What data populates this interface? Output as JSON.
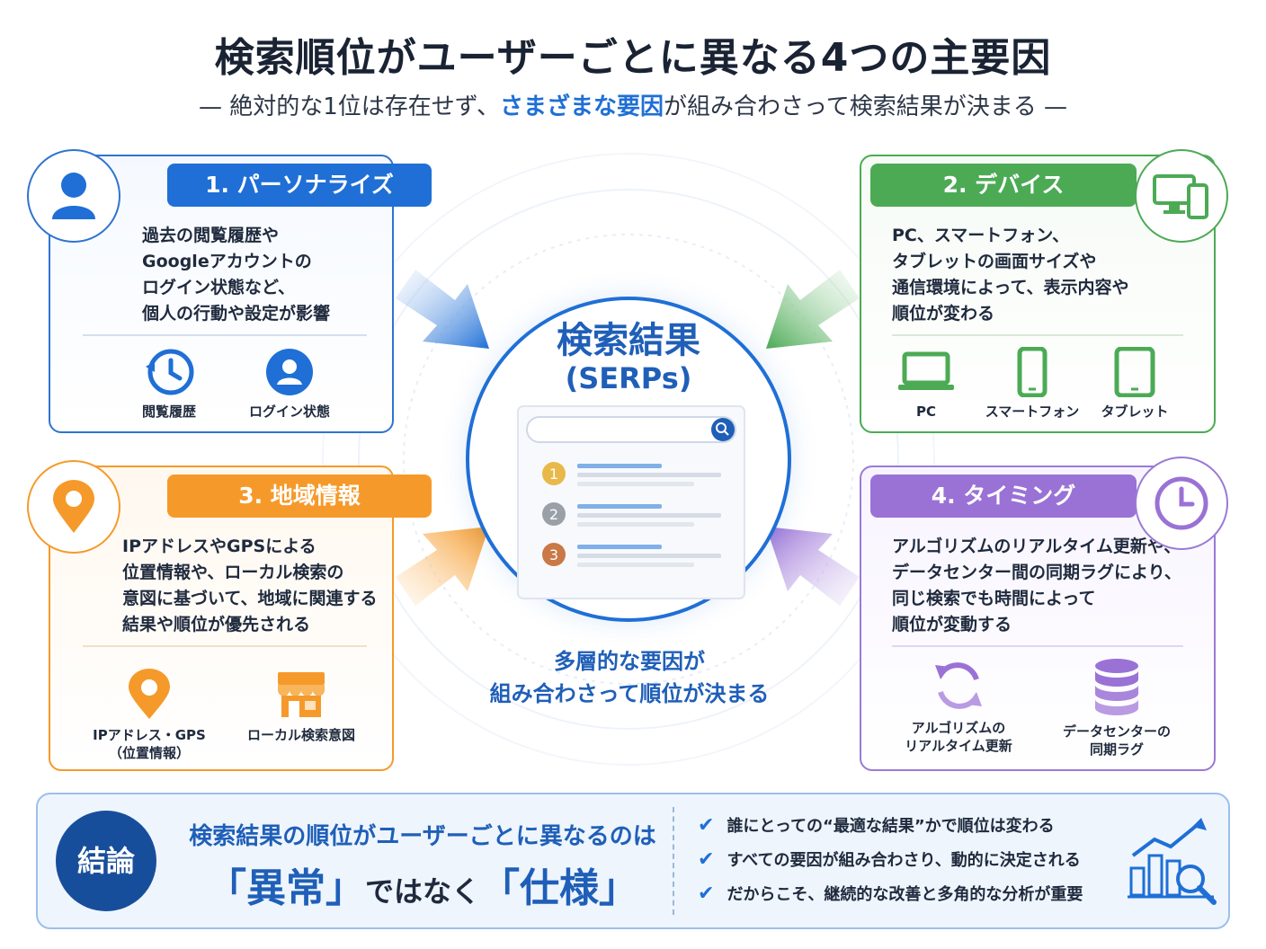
{
  "title": "検索順位がユーザーごとに異なる4つの主要因",
  "subtitle": {
    "pre": "— 絶対的な1位は存在せず、",
    "highlight": "さまざまな要因",
    "post": "が組み合わさって検索結果が決まる —"
  },
  "factors": [
    {
      "heading": "1. パーソナライズ",
      "icon": "user-icon",
      "color": "#1f6fd6",
      "lines": [
        "過去の閲覧履歴や",
        "Googleアカウントの",
        "ログイン状態など、",
        "個人の行動や設定が影響"
      ],
      "items": [
        {
          "icon": "history-clock-icon",
          "label": "閲覧履歴"
        },
        {
          "icon": "user-circle-icon",
          "label": "ログイン状態"
        }
      ]
    },
    {
      "heading": "2. デバイス",
      "icon": "devices-icon",
      "color": "#4caa55",
      "lines": [
        "PC、スマートフォン、",
        "タブレットの画面サイズや",
        "通信環境によって、表示内容や",
        "順位が変わる"
      ],
      "items": [
        {
          "icon": "laptop-icon",
          "label": "PC"
        },
        {
          "icon": "smartphone-icon",
          "label": "スマートフォン"
        },
        {
          "icon": "tablet-icon",
          "label": "タブレット"
        }
      ]
    },
    {
      "heading": "3. 地域情報",
      "icon": "location-pin-icon",
      "color": "#f59a2a",
      "lines": [
        "IPアドレスやGPSによる",
        "位置情報や、ローカル検索の",
        "意図に基づいて、地域に関連する",
        "結果や順位が優先される"
      ],
      "items": [
        {
          "icon": "map-pin-icon",
          "label": "IPアドレス・GPS",
          "label2": "（位置情報）"
        },
        {
          "icon": "store-icon",
          "label": "ローカル検索意図"
        }
      ]
    },
    {
      "heading": "4. タイミング",
      "icon": "clock-icon",
      "color": "#9a72d6",
      "lines": [
        "アルゴリズムのリアルタイム更新や、",
        "データセンター間の同期ラグにより、",
        "同じ検索でも時間によって",
        "順位が変動する"
      ],
      "items": [
        {
          "icon": "refresh-icon",
          "label": "アルゴリズムの",
          "label2": "リアルタイム更新"
        },
        {
          "icon": "database-icon",
          "label": "データセンターの",
          "label2": "同期ラグ"
        }
      ]
    }
  ],
  "center": {
    "title": "検索結果",
    "subtitle": "(SERPs)",
    "ranks": [
      "1",
      "2",
      "3"
    ],
    "caption_line1": "多層的な要因が",
    "caption_line2": "組み合わさって順位が決まる"
  },
  "conclusion": {
    "badge": "結論",
    "line1": "検索結果の順位がユーザーごとに異なるのは",
    "word1": "「異常」",
    "middle": "ではなく",
    "word2": "「仕様」",
    "checks": [
      "誰にとっての“最適な結果”かで順位は変わる",
      "すべての要因が組み合わさり、動的に決定される",
      "だからこそ、継続的な改善と多角的な分析が重要"
    ],
    "icon": "analytics-chart-icon"
  }
}
